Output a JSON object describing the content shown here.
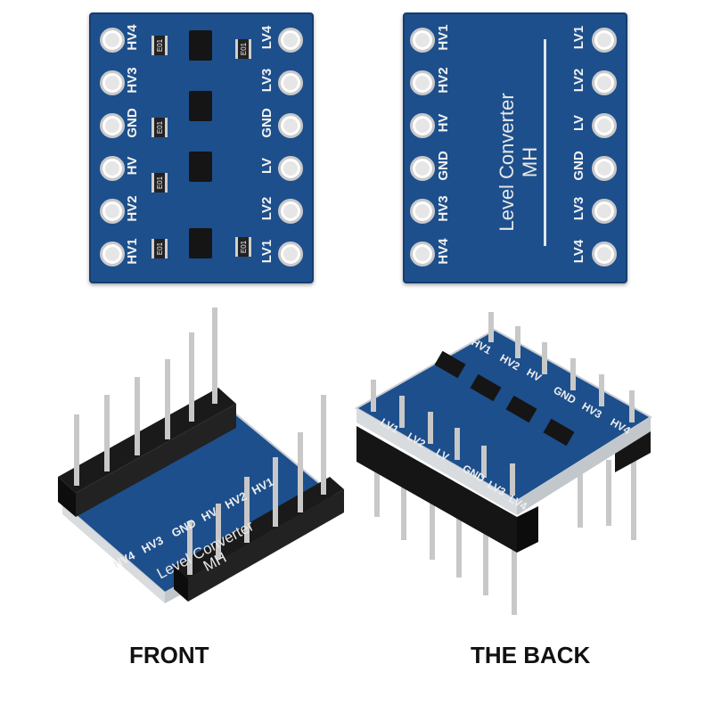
{
  "captions": {
    "front": "FRONT",
    "back": "THE BACK"
  },
  "board_text": {
    "name_line1": "Level Converter",
    "name_line2": "MH",
    "chip_code": "E01"
  },
  "front_board": {
    "left_pins": [
      "HV4",
      "HV3",
      "GND",
      "HV",
      "HV2",
      "HV1"
    ],
    "right_pins": [
      "LV4",
      "LV3",
      "GND",
      "LV",
      "LV2",
      "LV1"
    ]
  },
  "back_board": {
    "left_pins": [
      "HV1",
      "HV2",
      "HV",
      "GND",
      "HV3",
      "HV4"
    ],
    "right_pins": [
      "LV1",
      "LV2",
      "LV",
      "GND",
      "LV3",
      "LV4"
    ]
  },
  "angled_back": {
    "pins": [
      "HV4",
      "HV3",
      "GND",
      "HV",
      "HV2",
      "HV1"
    ]
  },
  "angled_front": {
    "top_pins": [
      "HV1",
      "HV2",
      "HV",
      "GND",
      "HV3",
      "HV4"
    ],
    "bottom_pins": [
      "LV1",
      "LV2",
      "LV",
      "GND",
      "LV3",
      "LV4"
    ]
  },
  "colors": {
    "pcb": "#1d4f8c",
    "pad": "#e6e6e6",
    "header": "#141414",
    "pin": "#c8c8c8"
  }
}
